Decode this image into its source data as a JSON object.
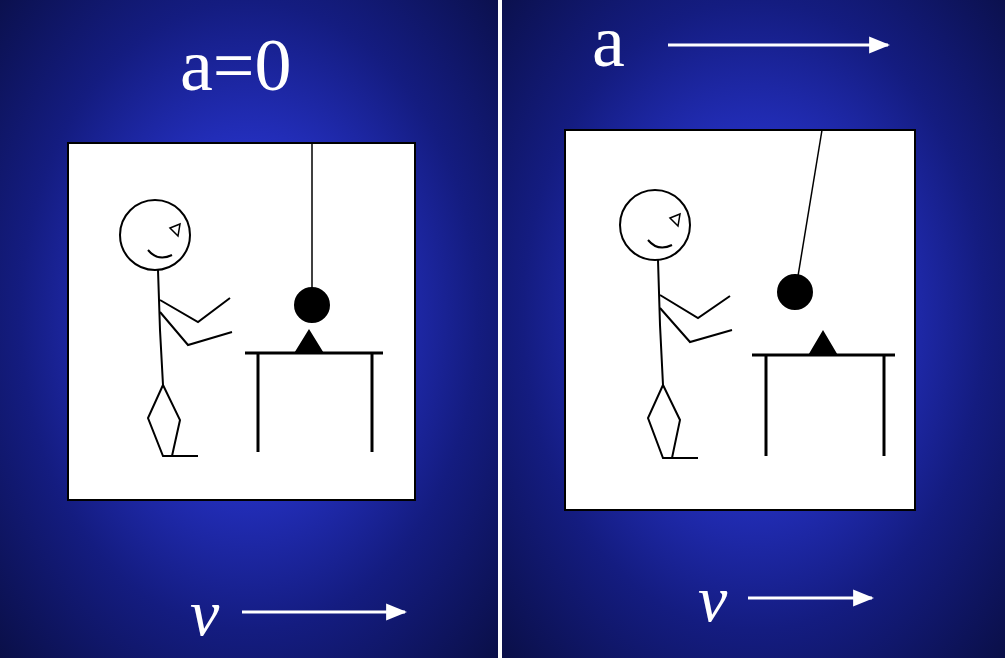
{
  "diagram": {
    "labels": [
      "a=0",
      "a",
      "v",
      "v"
    ]
  }
}
